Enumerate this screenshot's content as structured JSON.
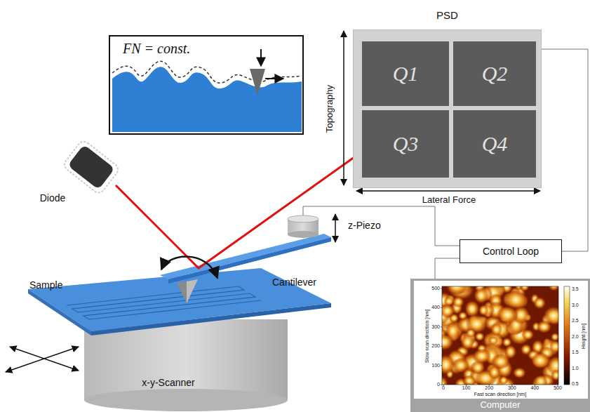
{
  "diagram": {
    "nodes": [
      {
        "text": [
          "PSD"
        ]
      },
      {
        "text": [
          "Q1"
        ],
        "in": 0
      },
      {
        "text": [
          "Q2"
        ],
        "in": 0
      },
      {
        "text": [
          "Q3"
        ],
        "in": 0
      },
      {
        "text": [
          "Q4"
        ],
        "in": 0
      },
      {
        "text": [
          "FN = const."
        ]
      },
      {
        "text": [
          "Control Loop"
        ]
      },
      {
        "text": [
          "Computer"
        ]
      }
    ],
    "edges": [
      {
        "from": 0,
        "to": 6,
        "arrow": "none"
      },
      {
        "from": 6,
        "to": 7,
        "arrow": "none"
      }
    ],
    "labels": [
      "Diode",
      "Sample",
      "Cantilever",
      "z-Piezo",
      "x-y-Scanner",
      "Topography",
      "Lateral Force",
      "500",
      "400",
      "300",
      "200",
      "100",
      "0",
      "0",
      "100",
      "200",
      "300",
      "400",
      "500",
      "Slow scan direction [nm]",
      "Fast scan direction [nm]",
      "3.5",
      "3.0",
      "2.5",
      "2.0",
      "1.5",
      "1.0",
      "0.5",
      "Height [nm]"
    ]
  }
}
